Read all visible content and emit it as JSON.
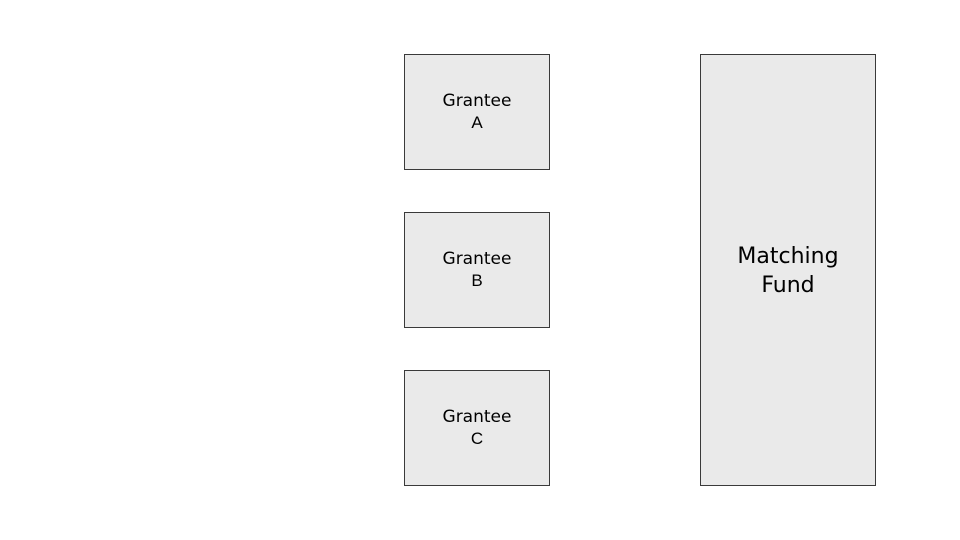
{
  "boxes": {
    "grantee_a": {
      "line1": "Grantee",
      "line2": "A"
    },
    "grantee_b": {
      "line1": "Grantee",
      "line2": "B"
    },
    "grantee_c": {
      "line1": "Grantee",
      "line2": "C"
    },
    "matching_fund": {
      "line1": "Matching",
      "line2": "Fund"
    }
  },
  "colors": {
    "box_fill": "#eaeaea",
    "box_border": "#3a3a3a",
    "background": "#ffffff"
  }
}
